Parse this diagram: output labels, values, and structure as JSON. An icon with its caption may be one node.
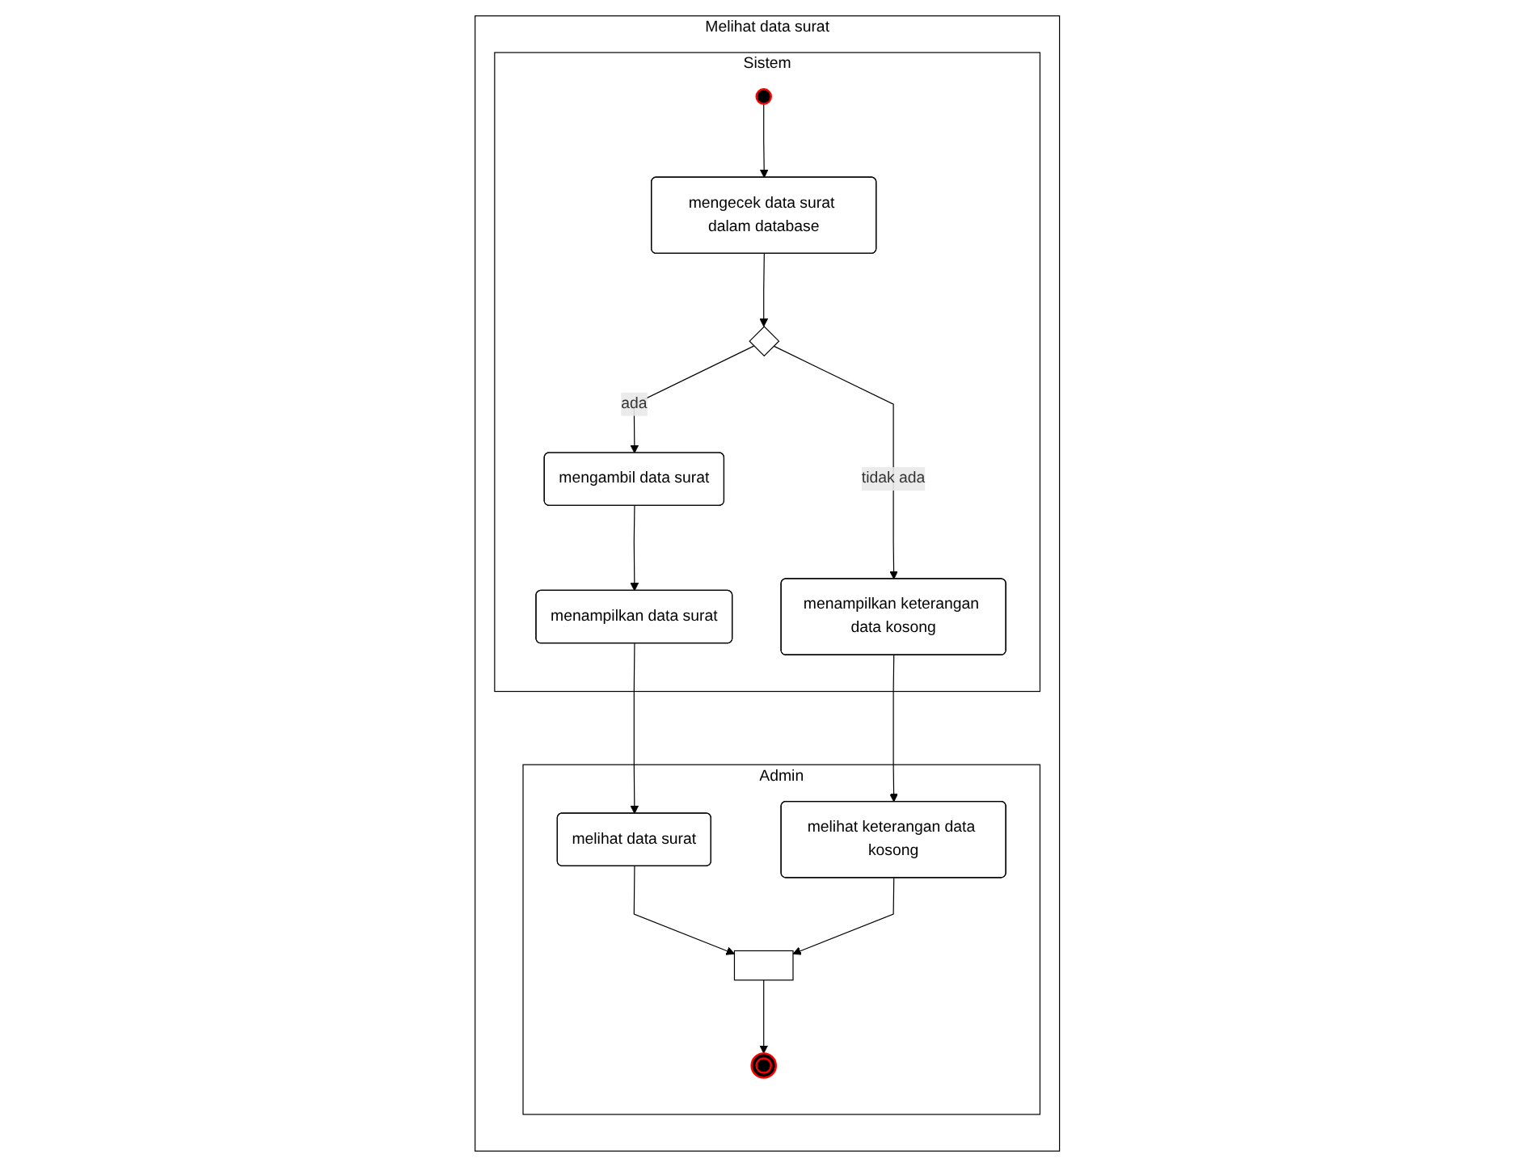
{
  "diagram": {
    "nodes": [
      {
        "text": [
          "Melihat data surat"
        ]
      },
      {
        "text": [
          "Sistem"
        ],
        "in": 0
      },
      {
        "text": [
          "Admin"
        ],
        "in": 0
      },
      {
        "text": [],
        "shape": "circle",
        "in": 1
      },
      {
        "text": [
          "mengecek data surat dalam database"
        ],
        "in": 1
      },
      {
        "text": [],
        "shape": "diamond",
        "in": 1
      },
      {
        "text": [
          "menampilkan keterangan data kosong"
        ],
        "in": 1
      },
      {
        "text": [
          "mengambil data surat"
        ],
        "in": 1
      },
      {
        "text": [
          "menampilkan data surat"
        ],
        "in": 1
      },
      {
        "text": [
          "melihat keterangan data kosong"
        ],
        "in": 2
      },
      {
        "text": [
          "melihat data surat"
        ],
        "in": 2
      },
      {
        "text": [],
        "shape": "bar",
        "in": 2
      },
      {
        "text": [],
        "shape": "circle",
        "in": 2
      }
    ],
    "edges": [
      {
        "from": 3,
        "to": 4,
        "arrow": "to"
      },
      {
        "from": 4,
        "to": 5,
        "arrow": "to"
      },
      {
        "from": 5,
        "to": 6,
        "label": "tidak ada",
        "arrow": "to"
      },
      {
        "from": 5,
        "to": 7,
        "label": "ada",
        "arrow": "to"
      },
      {
        "from": 7,
        "to": 8,
        "arrow": "to"
      },
      {
        "from": 6,
        "to": 9,
        "arrow": "to"
      },
      {
        "from": 8,
        "to": 10,
        "arrow": "to"
      },
      {
        "from": 10,
        "to": 11,
        "arrow": "to"
      },
      {
        "from": 9,
        "to": 11,
        "arrow": "to"
      },
      {
        "from": 11,
        "to": 12,
        "arrow": "to"
      }
    ]
  }
}
